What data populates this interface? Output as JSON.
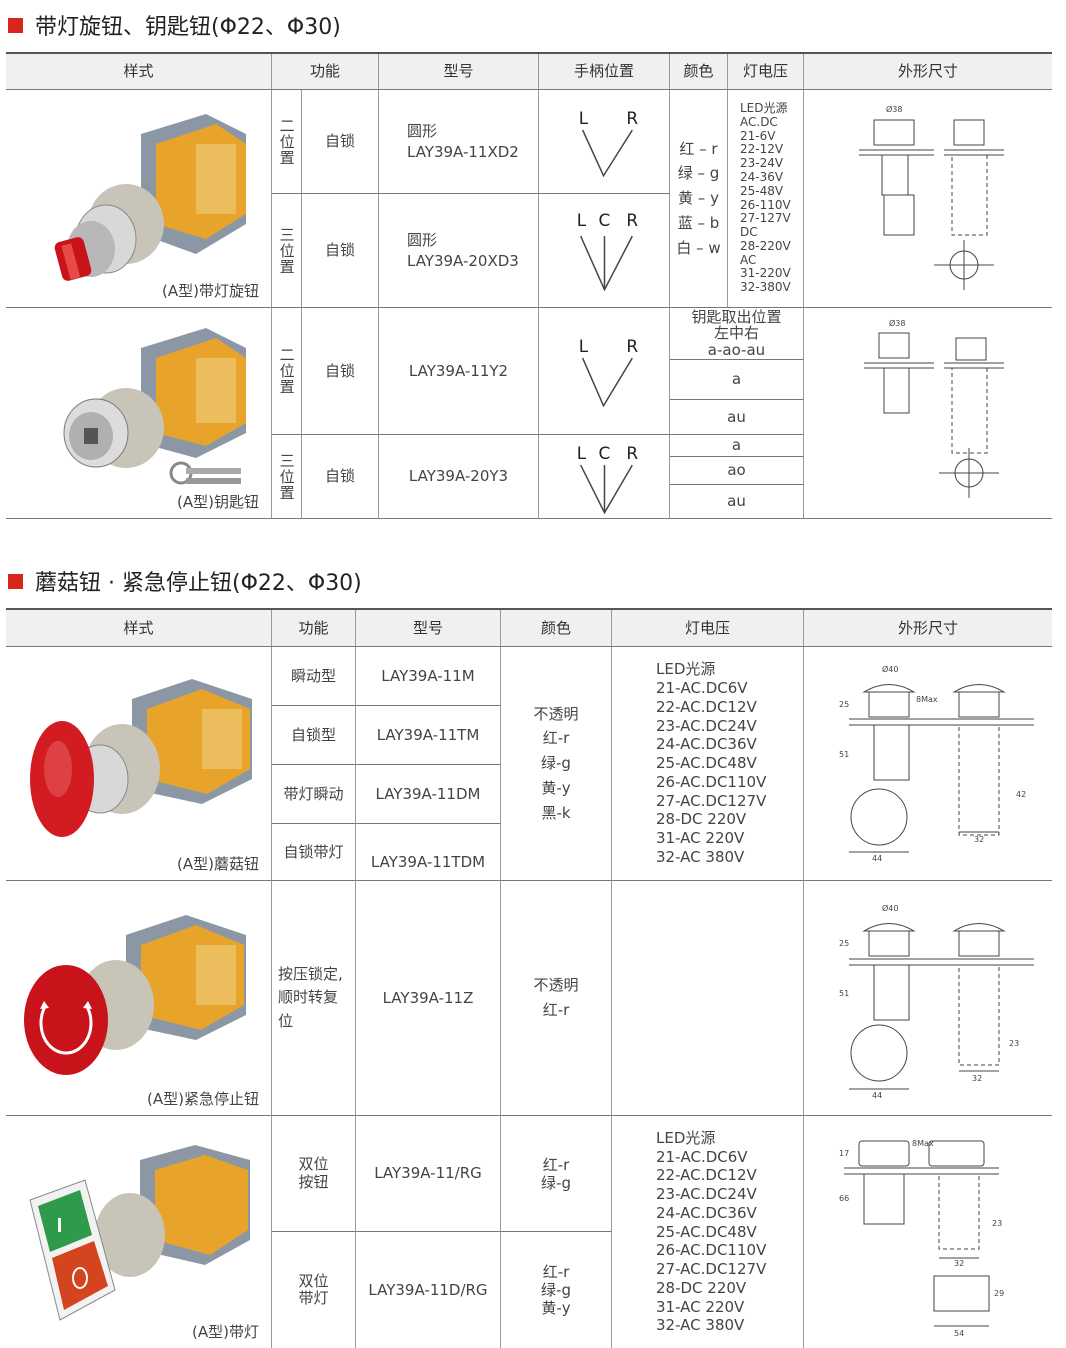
{
  "section1": {
    "title": "带灯旋钮、钥匙钮(Φ22、Φ30)",
    "headers": [
      "样式",
      "功能",
      "型号",
      "手柄位置",
      "颜色",
      "灯电压",
      "外形尺寸"
    ],
    "rows": [
      {
        "pos": "二位置",
        "func": "自锁",
        "model": "圆形\nLAY39A-11XD2",
        "handle": [
          "L",
          "R"
        ]
      },
      {
        "pos": "三位置",
        "func": "自锁",
        "model": "圆形\nLAY39A-20XD3",
        "handle": [
          "L",
          "C",
          "R"
        ]
      },
      {
        "pos": "二位置",
        "func": "自锁",
        "model": "LAY39A-11Y2",
        "handle": [
          "L",
          "R"
        ]
      },
      {
        "pos": "三位置",
        "func": "自锁",
        "model": "LAY39A-20Y3",
        "handle": [
          "L",
          "C",
          "R"
        ]
      }
    ],
    "colors": "红 – r\n绿 – g\n黄 – y\n蓝 – b\n白 – w",
    "voltage": "LED光源\nAC.DC\n21-6V\n22-12V\n23-24V\n24-36V\n25-48V\n26-110V\n27-127V\nDC\n28-220V\nAC\n31-220V\n32-380V",
    "key_header": "钥匙取出位置\n左中右\na-ao-au",
    "key_values": [
      "a",
      "au",
      "a",
      "ao",
      "au"
    ],
    "captions": [
      "(A型)带灯旋钮",
      "(A型)钥匙钮"
    ],
    "dims": {
      "d1": "Ø38",
      "d2": "Ø38"
    }
  },
  "section2": {
    "title": "蘑菇钮 · 紧急停止钮(Φ22、Φ30)",
    "headers": [
      "样式",
      "功能",
      "型号",
      "颜色",
      "灯电压",
      "外形尺寸"
    ],
    "mushroom": [
      {
        "func": "瞬动型",
        "model": "LAY39A-11M"
      },
      {
        "func": "自锁型",
        "model": "LAY39A-11TM"
      },
      {
        "func": "带灯瞬动",
        "model": "LAY39A-11DM"
      },
      {
        "func": "自锁带灯",
        "model": "LAY39A-11TDM"
      }
    ],
    "mushroom_colors": "不透明\n红-r\n绿-g\n黄-y\n黑-k",
    "voltage": "LED光源\n21-AC.DC6V\n22-AC.DC12V\n23-AC.DC24V\n24-AC.DC36V\n25-AC.DC48V\n26-AC.DC110V\n27-AC.DC127V\n28-DC 220V\n31-AC 220V\n32-AC 380V",
    "estop": {
      "func": "按压锁定,\n顺时转复\n位",
      "model": "LAY39A-11Z",
      "colors": "不透明\n红-r"
    },
    "double": [
      {
        "func": "双位\n按钮",
        "model": "LAY39A-11/RG",
        "colors": "红-r\n绿-g"
      },
      {
        "func": "双位\n带灯",
        "model": "LAY39A-11D/RG",
        "colors": "红-r\n绿-g\n黄-y"
      }
    ],
    "captions": [
      "(A型)蘑菇钮",
      "(A型)紧急停止钮",
      "(A型)带灯"
    ],
    "dims": {
      "a1": "Ø40",
      "a2": "8Max",
      "a3": "25",
      "a4": "51",
      "a5": "42",
      "a6": "32",
      "a7": "44",
      "b1": "Ø40",
      "b2": "25",
      "b3": "51",
      "b4": "23",
      "b5": "32",
      "b6": "44",
      "c1": "17",
      "c2": "8Max",
      "c3": "66",
      "c4": "23",
      "c5": "32",
      "c6": "29",
      "c7": "54"
    }
  },
  "colors": {
    "accent": "#d9261c",
    "header_bg": "#f0f0f0"
  }
}
